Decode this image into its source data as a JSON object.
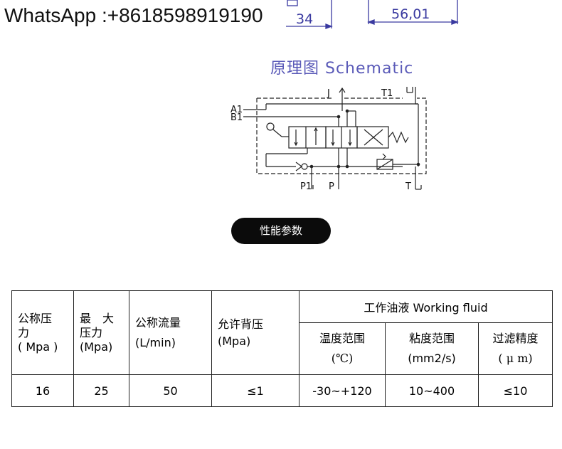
{
  "header": {
    "whatsapp": "WhatsApp :+8618598919190"
  },
  "dimensions": {
    "left_value": "34",
    "right_value": "56,01"
  },
  "schematic": {
    "title": "原理图 Schematic",
    "port_labels": {
      "a1": "A1",
      "b1": "B1",
      "j": "J",
      "t1": "T1",
      "p1": "P1",
      "p": "P",
      "t": "T"
    }
  },
  "section": {
    "button_label": "性能参数"
  },
  "table": {
    "col1": {
      "line1": "公称压",
      "line2": "力",
      "line3": "( Mpa )"
    },
    "col2": {
      "line1": "最　大",
      "line2": "压力",
      "line3": "(Mpa)"
    },
    "col3": {
      "line1": "公称流量",
      "line2": "(L/min)"
    },
    "col4": {
      "line1": "允许背压",
      "line2": "(Mpa)"
    },
    "group_header": "工作油液 Working fluid",
    "sub1": {
      "line1": "温度范围",
      "line2": "(℃)"
    },
    "sub2": {
      "line1": "粘度范围",
      "line2": "(mm2/s)"
    },
    "sub3": {
      "line1": "过滤精度",
      "line2": "( μ m)"
    },
    "values": [
      "16",
      "25",
      "50",
      "≤1",
      "-30~+120",
      "10~400",
      "≤10"
    ]
  },
  "colors": {
    "drawing_blue": "#3a3aa0",
    "title_blue": "#5a5ab8",
    "pill_bg": "#0b0b0b"
  }
}
